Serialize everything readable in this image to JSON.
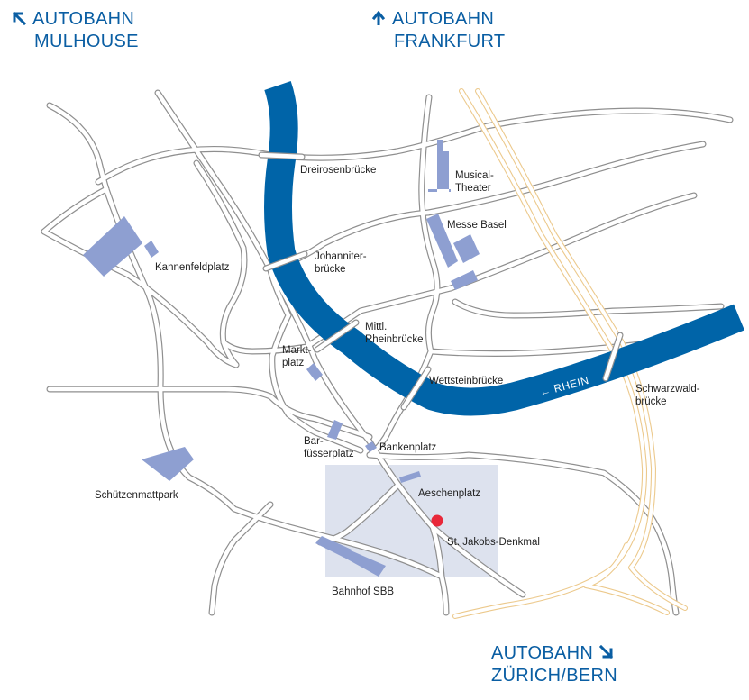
{
  "autobahn": {
    "mulhouse": {
      "line1": "AUTOBAHN",
      "line2": "MULHOUSE",
      "direction": "up-left"
    },
    "frankfurt": {
      "line1": "AUTOBAHN",
      "line2": "FRANKFURT",
      "direction": "up"
    },
    "zurich": {
      "line1": "AUTOBAHN",
      "line2": "ZÜRICH/BERN",
      "direction": "down-right"
    }
  },
  "river": {
    "label": "← RHEIN"
  },
  "labels": {
    "dreirosenbruecke": "Dreirosenbrücke",
    "musical_1": "Musical-",
    "musical_2": "Theater",
    "messe": "Messe Basel",
    "johanniter_1": "Johanniter-",
    "johanniter_2": "brücke",
    "kannenfeldplatz": "Kannenfeldplatz",
    "mittl_1": "Mittl.",
    "mittl_2": "Rheinbrücke",
    "marktplatz_1": "Markt-",
    "marktplatz_2": "platz",
    "wettsteinbruecke": "Wettsteinbrücke",
    "schwarzwald_1": "Schwarzwald-",
    "schwarzwald_2": "brücke",
    "barfuesser_1": "Bar-",
    "barfuesser_2": "füsserplatz",
    "bankenplatz": "Bankenplatz",
    "aeschenplatz": "Aeschenplatz",
    "schuetzenmattpark": "Schützenmattpark",
    "st_jakobs": "St. Jakobs-Denkmal",
    "bahnhof": "Bahnhof SBB"
  },
  "colors": {
    "river": "#0064a8",
    "autobahn_text": "#0a5ea3",
    "area": "#8e9fd1",
    "highlight_zone": "#dde2ee",
    "motorway": "#ecc98c",
    "marker": "#e8283a",
    "road_outline": "#8f8f8f"
  },
  "marker": {
    "name": "St. Jakobs-Denkmal",
    "icon": "location-dot"
  }
}
